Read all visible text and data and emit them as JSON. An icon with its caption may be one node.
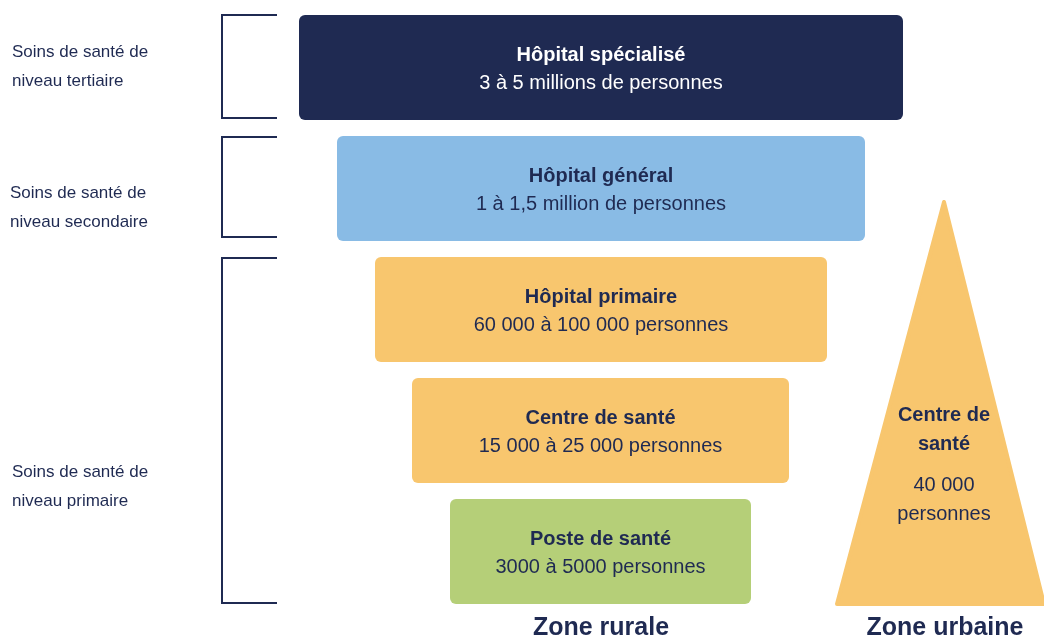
{
  "diagram": {
    "nodes": [
      {
        "text": [
          "Hôpital spécialisé",
          "3 à 5 millions de personnes"
        ]
      },
      {
        "text": [
          "Hôpital général",
          "1 à 1,5 million de personnes"
        ]
      },
      {
        "text": [
          "Hôpital primaire",
          "60 000 à 100 000 personnes"
        ]
      },
      {
        "text": [
          "Centre de santé",
          "15 000 à 25 000 personnes"
        ]
      },
      {
        "text": [
          "Poste de santé",
          "3000 à 5000 personnes"
        ]
      },
      {
        "text": [
          "Centre de santé",
          "40 000 personnes"
        ]
      }
    ],
    "edges": [],
    "labels": [
      "Soins de santé de niveau tertiaire",
      "Soins de santé de niveau secondaire",
      "Soins de santé de niveau primaire",
      "Zone rurale",
      "Zone urbaine"
    ]
  }
}
